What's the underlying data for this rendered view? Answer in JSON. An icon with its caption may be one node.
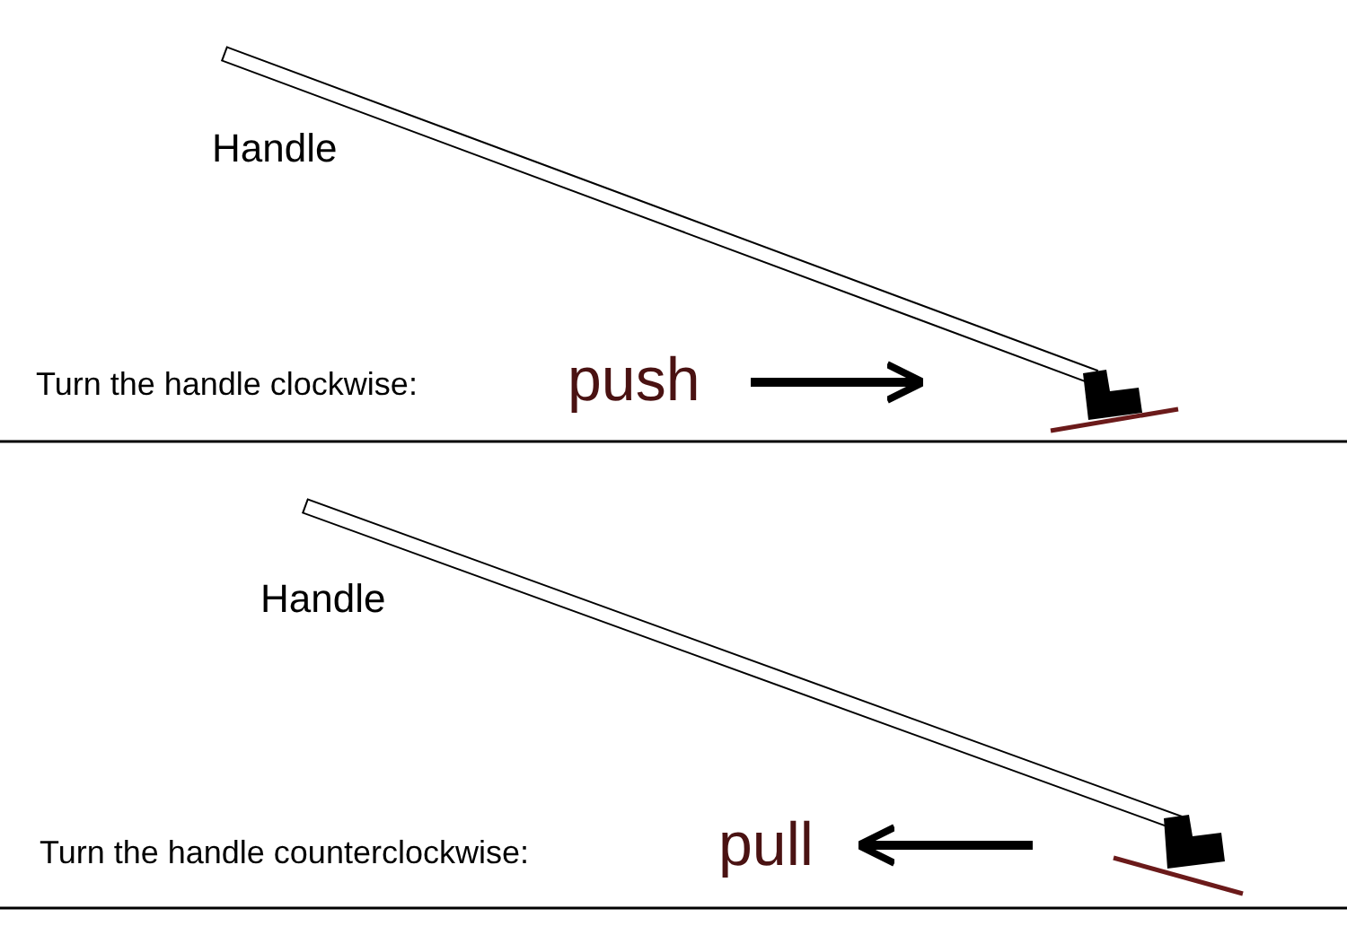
{
  "diagram": {
    "labels": [
      "Handle",
      "Turn the handle clockwise:",
      "push",
      "Handle",
      "Turn the handle counterclockwise:",
      "pull"
    ]
  }
}
